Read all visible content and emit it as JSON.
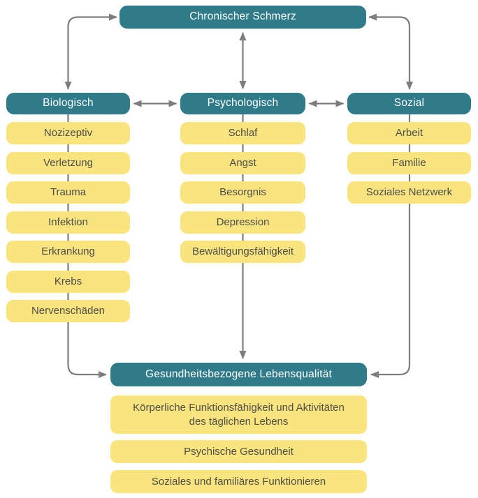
{
  "title": "Chronischer Schmerz",
  "colors": {
    "teal": "#2f7b8a",
    "yellow": "#f9e47d",
    "arrow": "#7d7d7d",
    "text_dark": "#4d4d4d",
    "text_light": "#ffffff",
    "background": "#ffffff"
  },
  "columns": [
    {
      "header": "Biologisch",
      "items": [
        "Nozizeptiv",
        "Verletzung",
        "Trauma",
        "Infektion",
        "Erkrankung",
        "Krebs",
        "Nervenschäden"
      ]
    },
    {
      "header": "Psychologisch",
      "items": [
        "Schlaf",
        "Angst",
        "Besorgnis",
        "Depression",
        "Bewältigungsfähigkeit"
      ]
    },
    {
      "header": "Sozial",
      "items": [
        "Arbeit",
        "Familie",
        "Soziales Netzwerk"
      ]
    }
  ],
  "outcome": {
    "header": "Gesundheitsbezogene Lebensqualität",
    "items": [
      "Körperliche Funktionsfähigkeit und Aktivitäten des täglichen Lebens",
      "Psychische Gesundheit",
      "Soziales und familiäres Funktionieren"
    ]
  }
}
